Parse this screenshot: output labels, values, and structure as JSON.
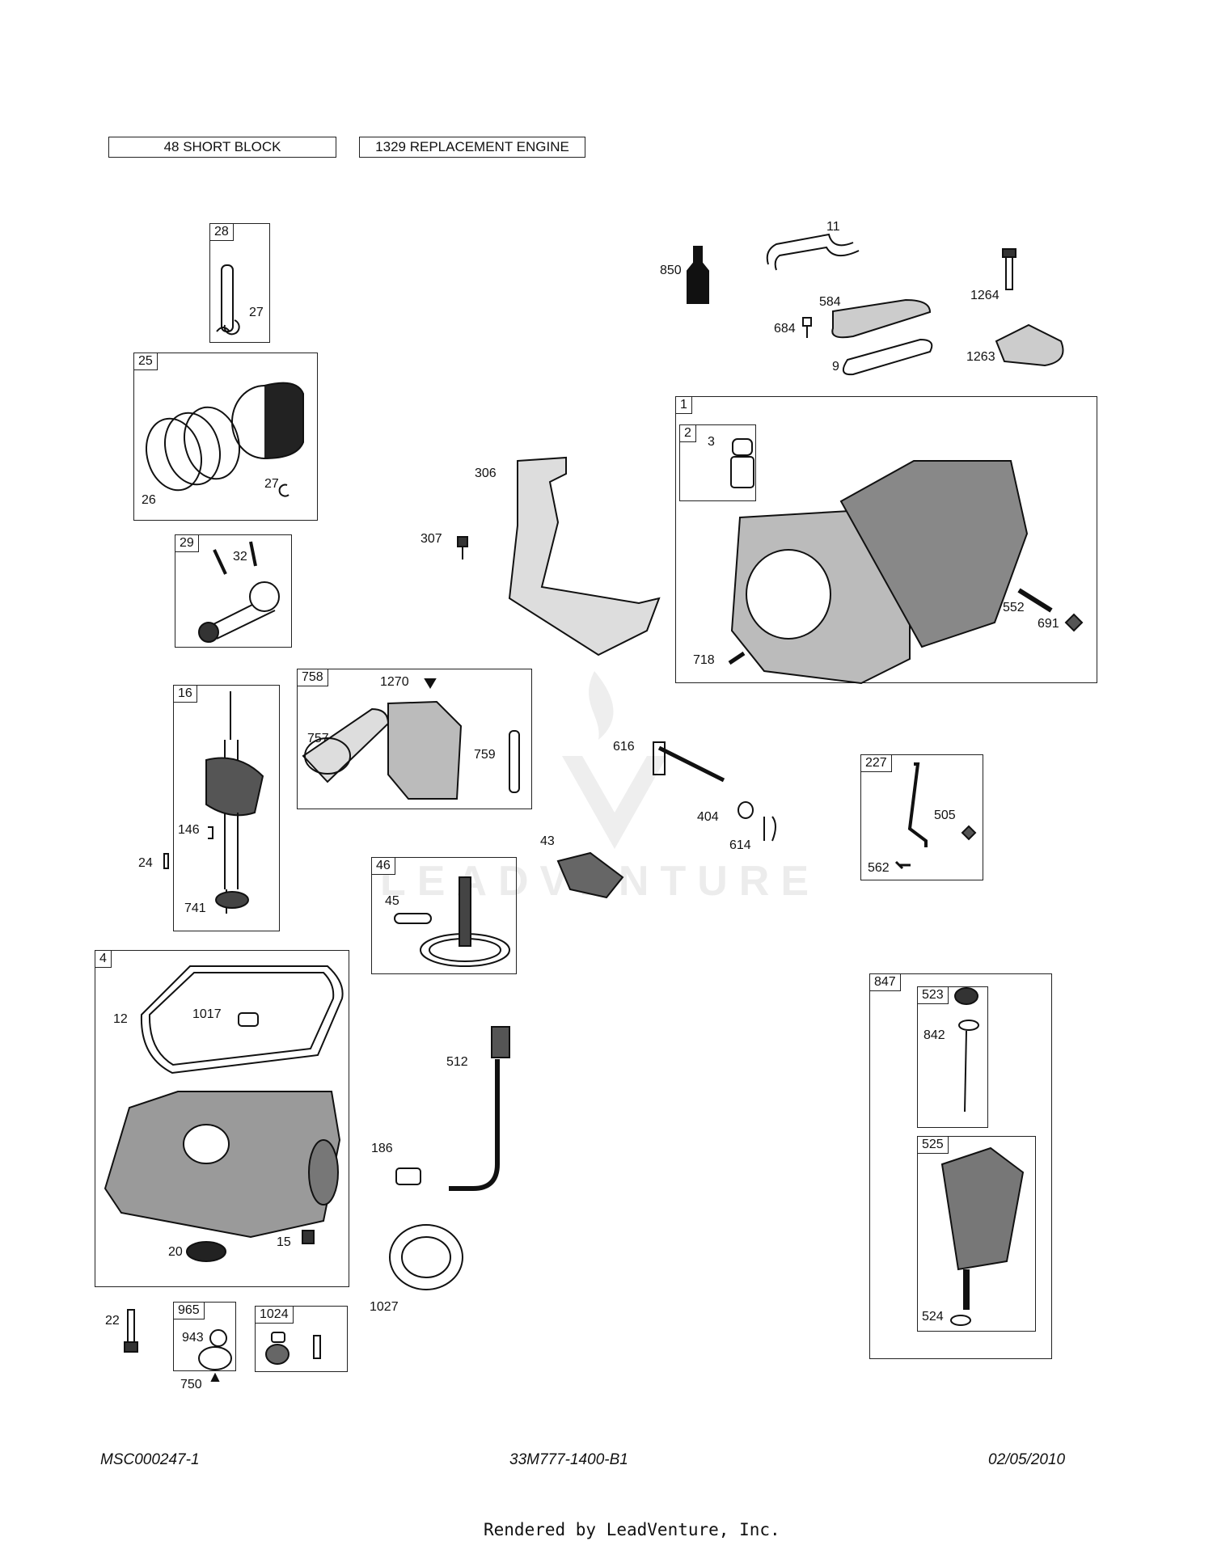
{
  "header": {
    "short_block": "48 SHORT BLOCK",
    "replacement_engine": "1329 REPLACEMENT ENGINE"
  },
  "groups": [
    {
      "id": "g28",
      "num": "28"
    },
    {
      "id": "g25",
      "num": "25"
    },
    {
      "id": "g29",
      "num": "29"
    },
    {
      "id": "g16",
      "num": "16"
    },
    {
      "id": "g758",
      "num": "758"
    },
    {
      "id": "g4",
      "num": "4"
    },
    {
      "id": "g965",
      "num": "965"
    },
    {
      "id": "g1024",
      "num": "1024"
    },
    {
      "id": "g46",
      "num": "46"
    },
    {
      "id": "g1",
      "num": "1"
    },
    {
      "id": "g2",
      "num": "2"
    },
    {
      "id": "g227",
      "num": "227"
    },
    {
      "id": "g847",
      "num": "847"
    },
    {
      "id": "g523",
      "num": "523"
    },
    {
      "id": "g525",
      "num": "525"
    }
  ],
  "callouts": [
    "27",
    "26",
    "27",
    "32",
    "146",
    "24",
    "741",
    "757",
    "1270",
    "759",
    "12",
    "1017",
    "20",
    "15",
    "22",
    "943",
    "750",
    "850",
    "11",
    "584",
    "684",
    "9",
    "1264",
    "1263",
    "306",
    "307",
    "3",
    "552",
    "691",
    "718",
    "616",
    "404",
    "614",
    "43",
    "45",
    "505",
    "562",
    "512",
    "186",
    "1027",
    "842",
    "524"
  ],
  "watermark": "LEADVENTURE",
  "footer": {
    "left": "MSC000247-1",
    "center": "33M777-1400-B1",
    "right": "02/05/2010"
  },
  "rendered_by": "Rendered by LeadVenture, Inc."
}
